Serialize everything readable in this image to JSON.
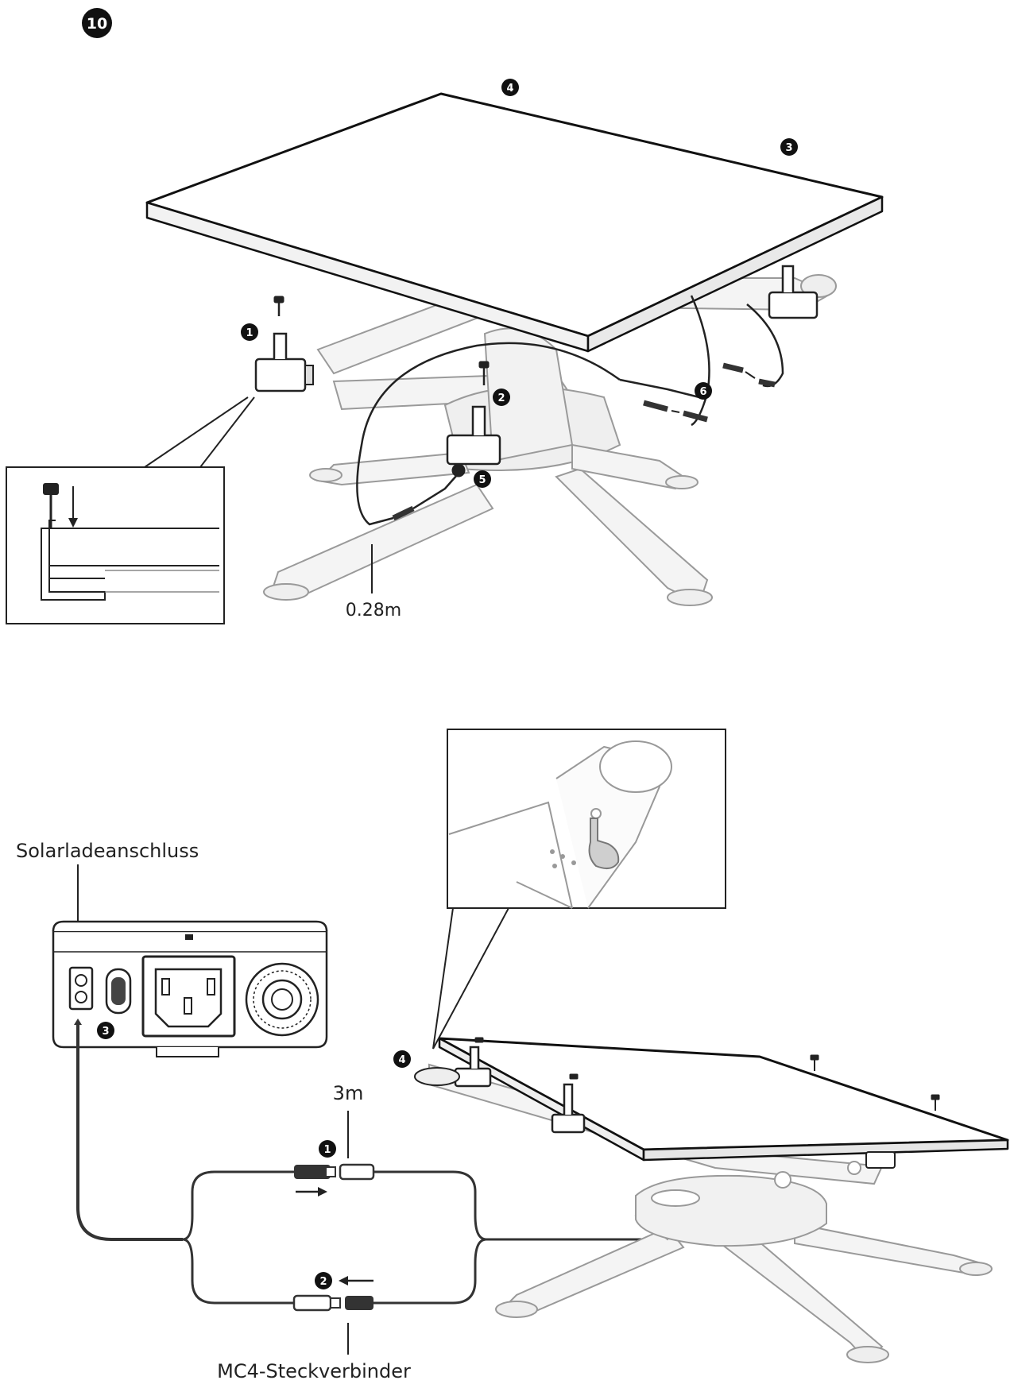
{
  "step_number": "10",
  "top": {
    "callouts": [
      "4",
      "3",
      "1",
      "2",
      "6",
      "5"
    ],
    "cable_length": "0.28m"
  },
  "bottom": {
    "port_label": "Solarladeanschluss",
    "cable_length": "3m",
    "connector_label": "MC4-Steckverbinder",
    "callouts": [
      "3",
      "4",
      "1",
      "2"
    ]
  }
}
